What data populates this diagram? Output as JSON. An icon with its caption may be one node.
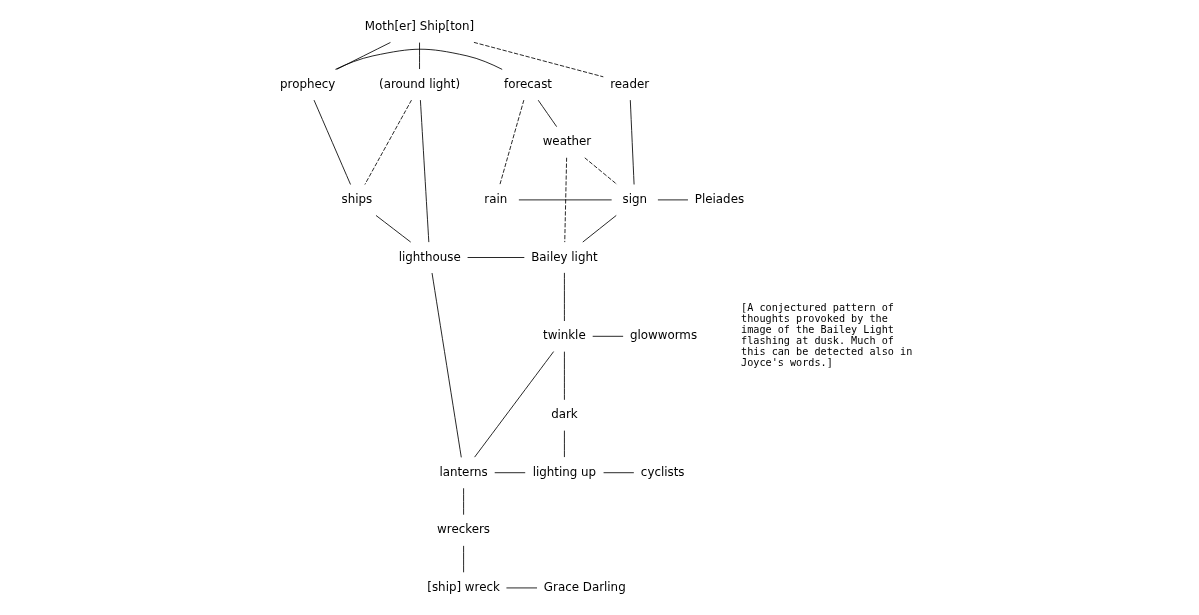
{
  "diagram": {
    "nodes": [
      {
        "text": [
          "Moth[er] Ship[ton]"
        ]
      },
      {
        "text": [
          "(around light)"
        ]
      },
      {
        "text": [
          "prophecy"
        ]
      },
      {
        "text": [
          "forecast"
        ]
      },
      {
        "text": [
          "reader"
        ]
      },
      {
        "text": [
          "ships"
        ]
      },
      {
        "text": [
          "rain"
        ]
      },
      {
        "text": [
          "sign"
        ]
      },
      {
        "text": [
          "Pleiades"
        ]
      },
      {
        "text": [
          "weather"
        ]
      },
      {
        "text": [
          "lighthouse"
        ]
      },
      {
        "text": [
          "Bailey light"
        ]
      },
      {
        "text": [
          "twinkle"
        ]
      },
      {
        "text": [
          "glowworms"
        ]
      },
      {
        "text": [
          "dark"
        ]
      },
      {
        "text": [
          "lanterns"
        ]
      },
      {
        "text": [
          "lighting up"
        ]
      },
      {
        "text": [
          "cyclists"
        ]
      },
      {
        "text": [
          "wreckers"
        ]
      },
      {
        "text": [
          "[ship] wreck"
        ]
      },
      {
        "text": [
          "Grace Darling"
        ]
      }
    ],
    "edges": [
      {
        "from": 0,
        "to": 1,
        "arrow": "none"
      },
      {
        "from": 0,
        "to": 2,
        "arrow": "none"
      },
      {
        "from": 0,
        "to": 4,
        "arrow": "none",
        "style": "dashed"
      },
      {
        "from": 2,
        "to": 3,
        "arrow": "none"
      },
      {
        "from": 2,
        "to": 5,
        "arrow": "none"
      },
      {
        "from": 1,
        "to": 5,
        "arrow": "none",
        "style": "dashed"
      },
      {
        "from": 1,
        "to": 10,
        "arrow": "none"
      },
      {
        "from": 3,
        "to": 6,
        "arrow": "none",
        "style": "dashed"
      },
      {
        "from": 3,
        "to": 9,
        "arrow": "none"
      },
      {
        "from": 6,
        "to": 7,
        "arrow": "none"
      },
      {
        "from": 4,
        "to": 7,
        "arrow": "none"
      },
      {
        "from": 7,
        "to": 8,
        "arrow": "none"
      },
      {
        "from": 9,
        "to": 7,
        "arrow": "none",
        "style": "dashed"
      },
      {
        "from": 5,
        "to": 10,
        "arrow": "none"
      },
      {
        "from": 9,
        "to": 11,
        "arrow": "none",
        "style": "dashed"
      },
      {
        "from": 10,
        "to": 11,
        "arrow": "none"
      },
      {
        "from": 7,
        "to": 11,
        "arrow": "none"
      },
      {
        "from": 11,
        "to": 12,
        "arrow": "none"
      },
      {
        "from": 12,
        "to": 13,
        "arrow": "none"
      },
      {
        "from": 12,
        "to": 14,
        "arrow": "none"
      },
      {
        "from": 14,
        "to": 16,
        "arrow": "none"
      },
      {
        "from": 10,
        "to": 15,
        "arrow": "none"
      },
      {
        "from": 12,
        "to": 15,
        "arrow": "none"
      },
      {
        "from": 15,
        "to": 16,
        "arrow": "none"
      },
      {
        "from": 16,
        "to": 17,
        "arrow": "none"
      },
      {
        "from": 15,
        "to": 18,
        "arrow": "none"
      },
      {
        "from": 18,
        "to": 19,
        "arrow": "none"
      },
      {
        "from": 19,
        "to": 20,
        "arrow": "none"
      }
    ],
    "labels": [
      "[A conjectured pattern of thoughts provoked by the image of the Bailey Light flashing at dusk. Much of this can be detected also in Joyce's words.]"
    ]
  }
}
